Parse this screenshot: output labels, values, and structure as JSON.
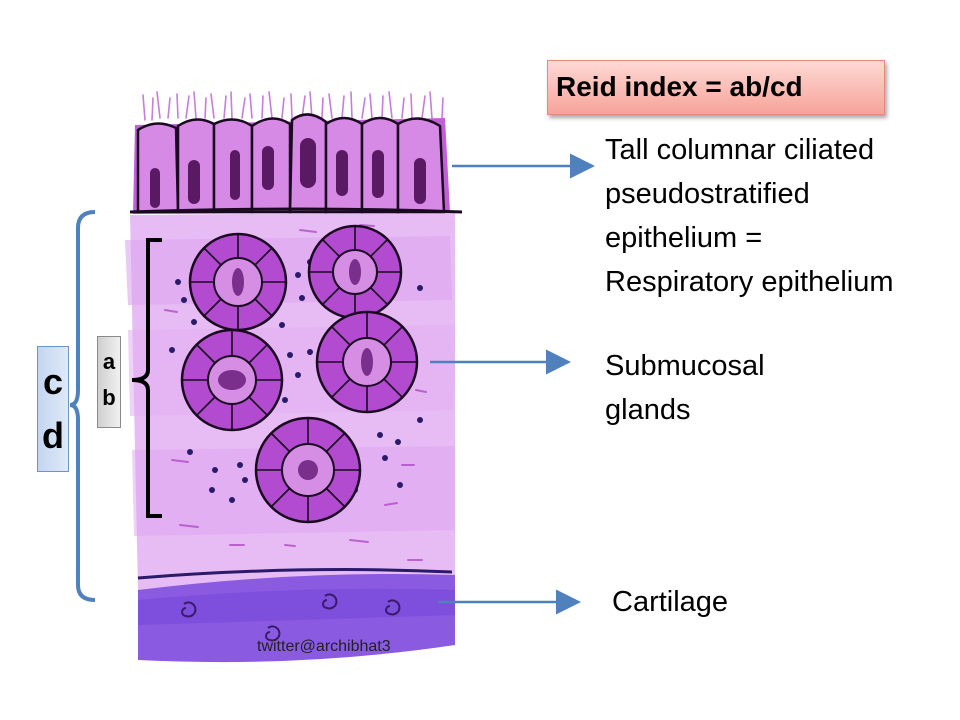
{
  "title": "Reid index = ab/cd",
  "labels": {
    "epithelium": [
      "Tall columnar ciliated",
      "pseudostratified",
      "epithelium  =",
      "Respiratory epithelium"
    ],
    "glands": [
      "Submucosal",
      "glands"
    ],
    "cartilage": "Cartilage"
  },
  "measure_cd": [
    "c",
    "d"
  ],
  "measure_ab": [
    "a",
    "b"
  ],
  "credit": "twitter@archibhat3",
  "colors": {
    "epithelium_fill": "#c25fd8",
    "nucleus": "#5a1a63",
    "submucosa": "#e6b8f3",
    "cartilage": "#8a5ae0",
    "arrow": "#4f81bd",
    "bracket_cd": "#4f81bd",
    "bracket_ab": "#000000"
  }
}
